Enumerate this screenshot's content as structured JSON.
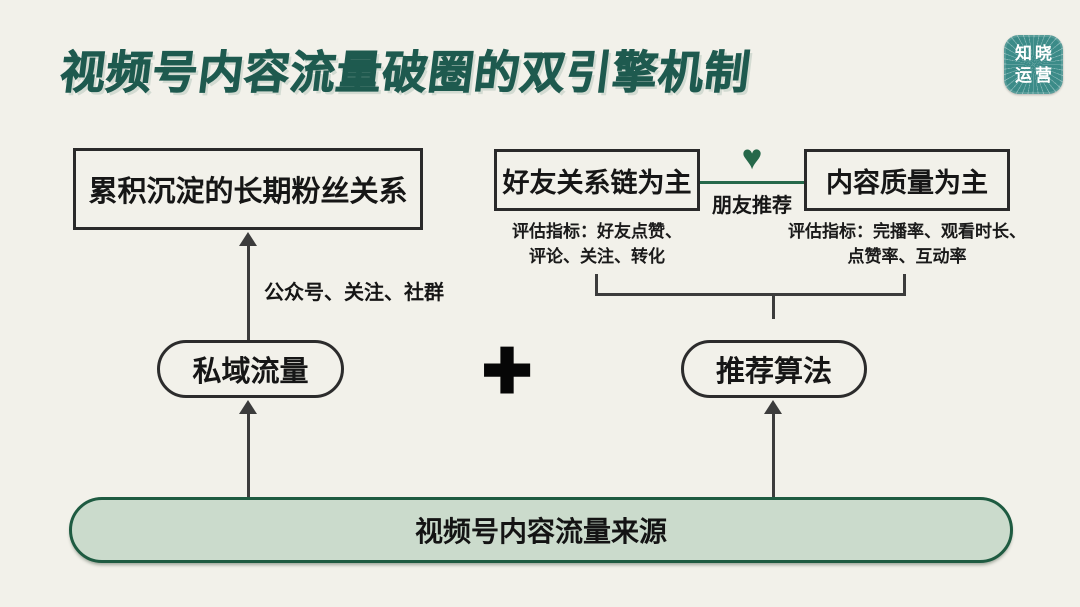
{
  "page": {
    "background_color": "#f2f1ea"
  },
  "header": {
    "title": "视频号内容流量破圈的双引擎机制",
    "title_color": "#1e5a4f",
    "logo": {
      "line1": "知晓",
      "line2": "运营",
      "bg_color": "#3b8b88"
    }
  },
  "diagram": {
    "fan_box": {
      "label": "累积沉淀的长期粉丝关系"
    },
    "friend_box": {
      "label": "好友关系链为主",
      "metrics_line1": "评估指标：好友点赞、",
      "metrics_line2": "评论、关注、转化"
    },
    "quality_box": {
      "label": "内容质量为主",
      "metrics_line1": "评估指标：完播率、观看时长、",
      "metrics_line2": "点赞率、互动率"
    },
    "friend_link": {
      "heart": "♥",
      "label": "朋友推荐",
      "color": "#26684a"
    },
    "private_pill": {
      "label": "私域流量"
    },
    "reco_pill": {
      "label": "推荐算法"
    },
    "channels_label": "公众号、关注、社群",
    "plus_symbol": "+",
    "source_box": {
      "label": "视频号内容流量来源",
      "fill": "#cbdbcc",
      "border": "#1e5b41"
    }
  }
}
